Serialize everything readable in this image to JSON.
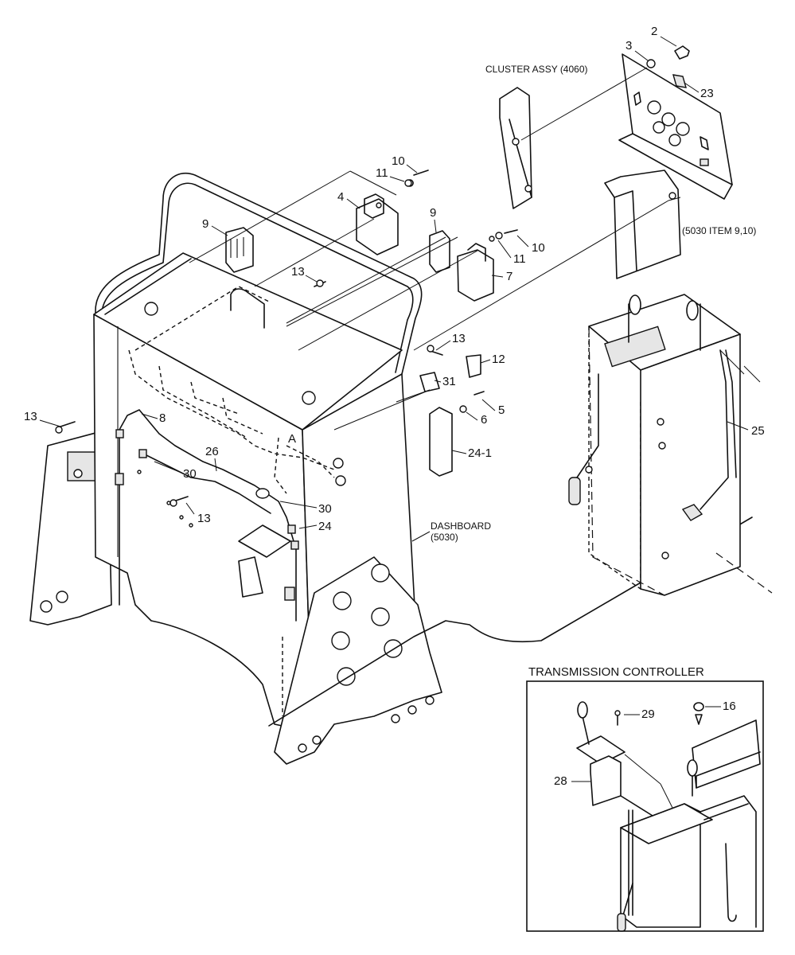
{
  "labels": {
    "cluster_assy": "CLUSTER ASSY (4060)",
    "item_ref": "(5030 ITEM 9,10)",
    "dashboard": "DASHBOARD",
    "dashboard_code": "(5030)",
    "detail_a": "A",
    "inset_title": "TRANSMISSION CONTROLLER"
  },
  "callouts": {
    "n2": "2",
    "n3": "3",
    "n23": "23",
    "n10a": "10",
    "n11a": "11",
    "n4": "4",
    "n9a": "9",
    "n9b": "9",
    "n10b": "10",
    "n11b": "11",
    "n7": "7",
    "n13a": "13",
    "n13b": "13",
    "n12": "12",
    "n31": "31",
    "n5": "5",
    "n6": "6",
    "n241": "24-1",
    "n13c": "13",
    "n8": "8",
    "n26": "26",
    "n30a": "30",
    "n30b": "30",
    "n13d": "13",
    "n24": "24",
    "n25": "25",
    "n29": "29",
    "n16": "16",
    "n28": "28"
  }
}
